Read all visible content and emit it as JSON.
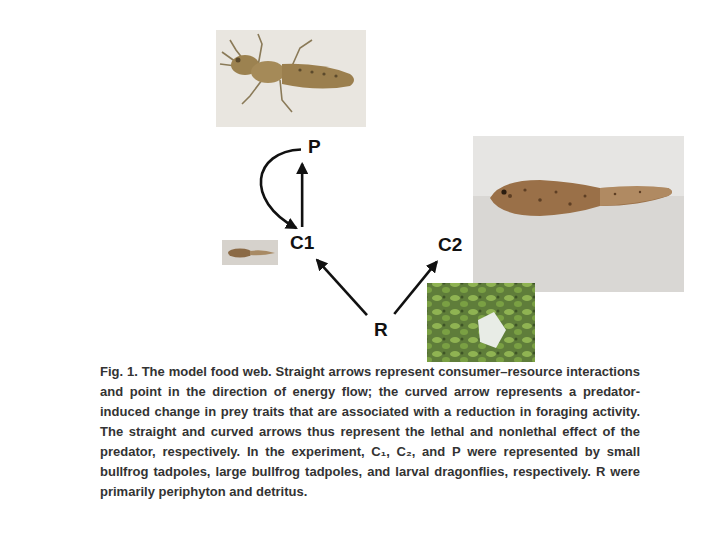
{
  "diagram": {
    "caption": "Fig. 1. The model food web. Straight arrows represent consumer–resource interactions and point in the direction of energy flow; the curved arrow represents a predator-induced change in prey traits that are associated with a reduction in foraging activity. The straight and curved arrows thus represent the lethal and nonlethal effect of the predator, respectively. In the experiment, C₁, C₂, and P were represented by small bullfrog tadpoles, large bullfrog tadpoles, and larval dragonflies, respectively. R were primarily periphyton and detritus.",
    "nodes": [
      {
        "text": [
          "P"
        ]
      },
      {
        "text": [
          "C1"
        ]
      },
      {
        "text": [
          "C2"
        ]
      },
      {
        "text": [
          "R"
        ]
      }
    ],
    "edges": [
      {
        "from": 1,
        "to": 0,
        "arrow": "to"
      },
      {
        "from": 0,
        "to": 1,
        "arrow": "to"
      },
      {
        "from": 3,
        "to": 1,
        "arrow": "to"
      },
      {
        "from": 3,
        "to": 2,
        "arrow": "to"
      }
    ]
  }
}
